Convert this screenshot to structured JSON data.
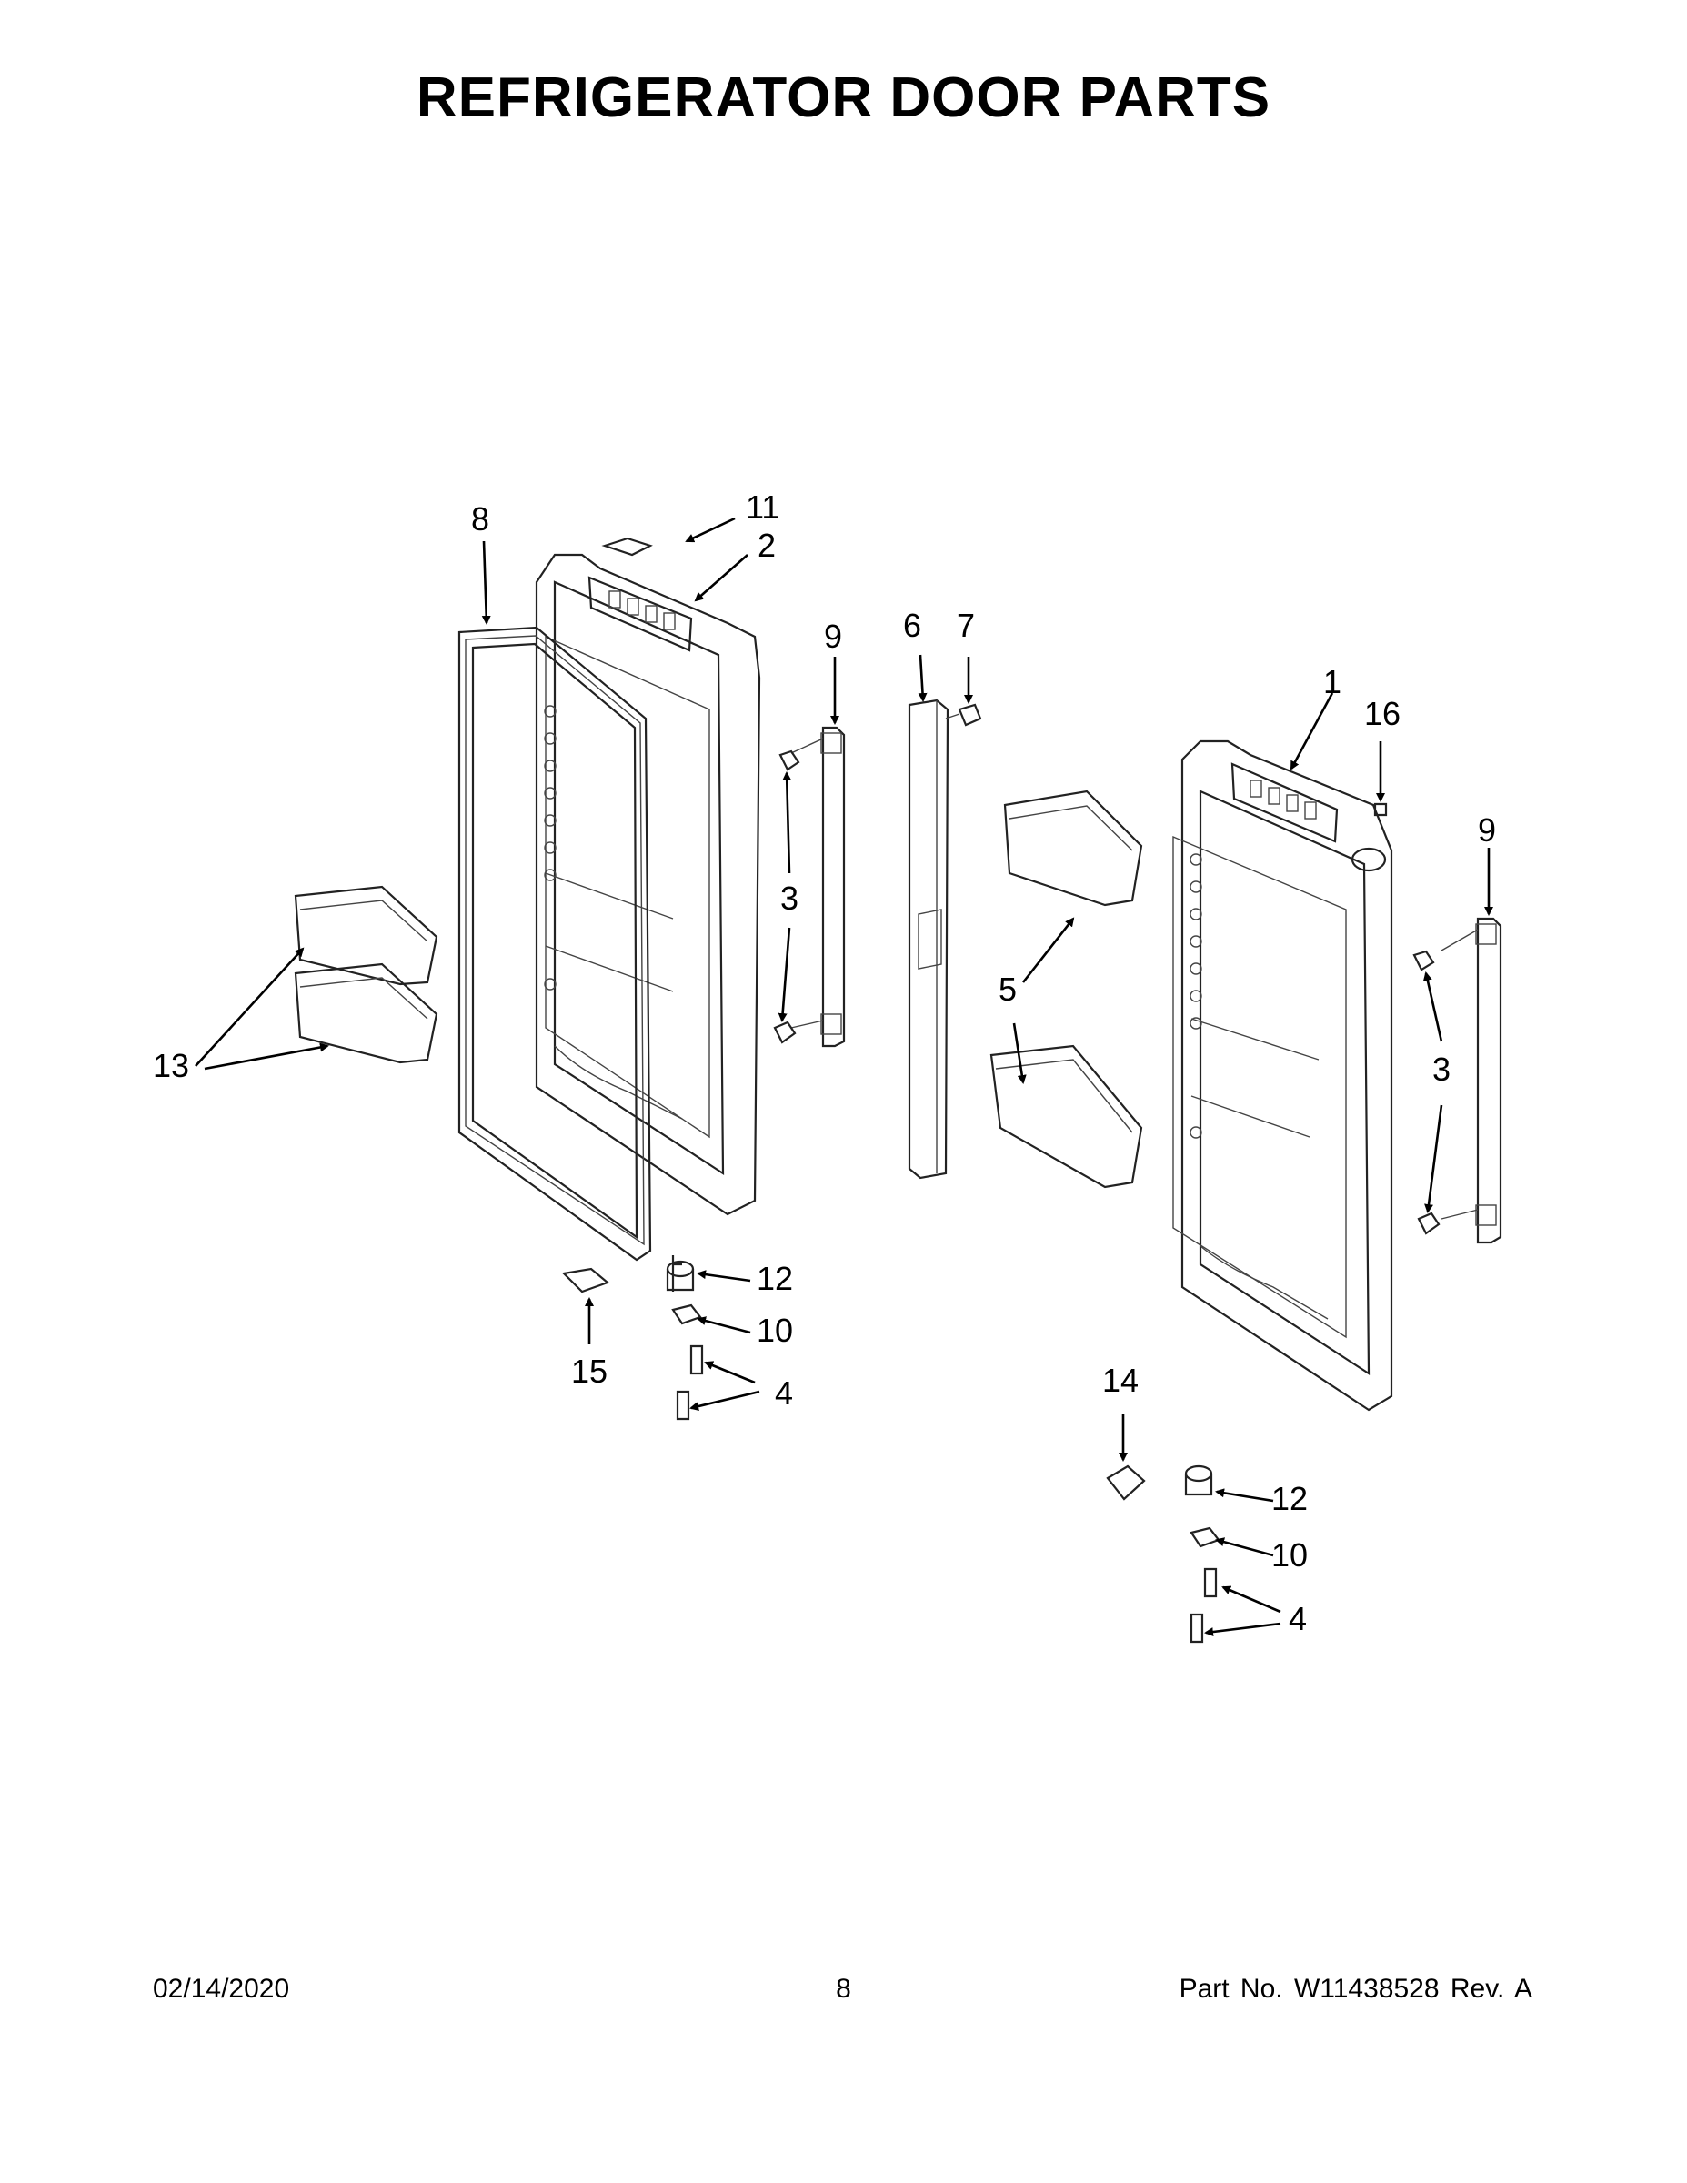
{
  "title": "REFRIGERATOR DOOR PARTS",
  "footer": {
    "date": "02/14/2020",
    "page": "8",
    "part_no": "Part No.  W11438528  Rev.  A"
  },
  "callouts": {
    "left_door": {
      "gasket": "8",
      "shim": "11",
      "left_door_assembly": "2",
      "left_screw_13_label": "13",
      "handle": "9",
      "mount_stud": "3",
      "hinge_pin": "12",
      "washer": "10",
      "screw": "4",
      "door_stop": "15"
    },
    "center": {
      "mullion": "6",
      "mullion_screw": "7"
    },
    "right_door": {
      "right_door_assembly": "1",
      "plug": "16",
      "handle": "9",
      "bin": "5",
      "mount_stud": "3",
      "door_stop": "14",
      "hinge_pin": "12",
      "washer": "10",
      "screw": "4"
    }
  }
}
